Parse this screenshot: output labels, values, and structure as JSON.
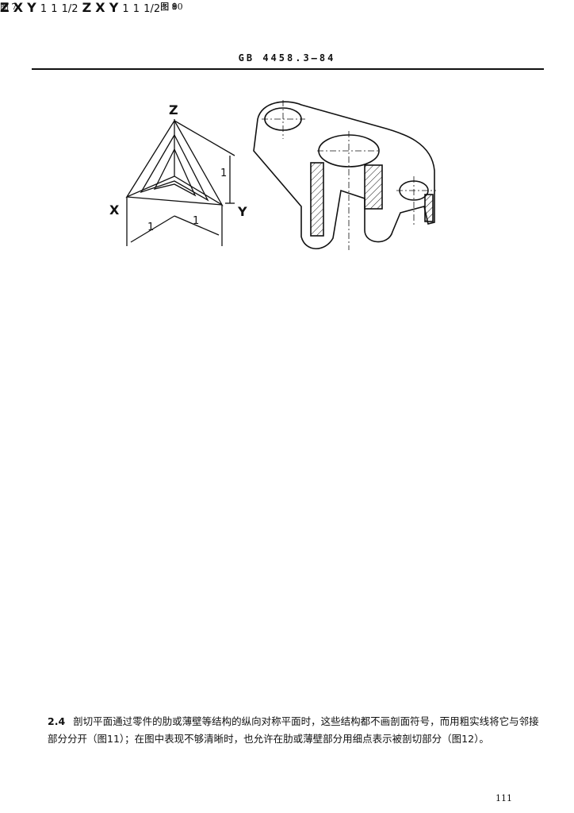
{
  "header": {
    "standard": "GB 4458.3—84"
  },
  "figures": {
    "fig7": {
      "caption": "图 7",
      "axes": {
        "z": "Z",
        "x": "X",
        "y": "Y"
      },
      "dims": {
        "a": "1",
        "b": "1",
        "c": "1"
      }
    },
    "fig8": {
      "caption": "图 8",
      "axes": {
        "z": "Z",
        "x": "X",
        "y": "Y"
      },
      "dims": {
        "a": "1",
        "b": "1",
        "c": "1/2"
      }
    },
    "fig9": {
      "caption": "图 9",
      "axes": {
        "z": "Z",
        "x": "X",
        "y": "Y"
      },
      "dims": {
        "a": "1",
        "b": "1",
        "c": "1/2"
      }
    },
    "fig10": {
      "caption": "图 10"
    }
  },
  "section": {
    "number": "2.4",
    "text": "剖切平面通过零件的肋或薄壁等结构的纵向对称平面时，这些结构都不画剖面符号，而用粗实线将它与邻接部分分开（图11）；在图中表现不够清晰时，也允许在肋或薄壁部分用细点表示被剖切部分（图12）。"
  },
  "page_number": "111"
}
